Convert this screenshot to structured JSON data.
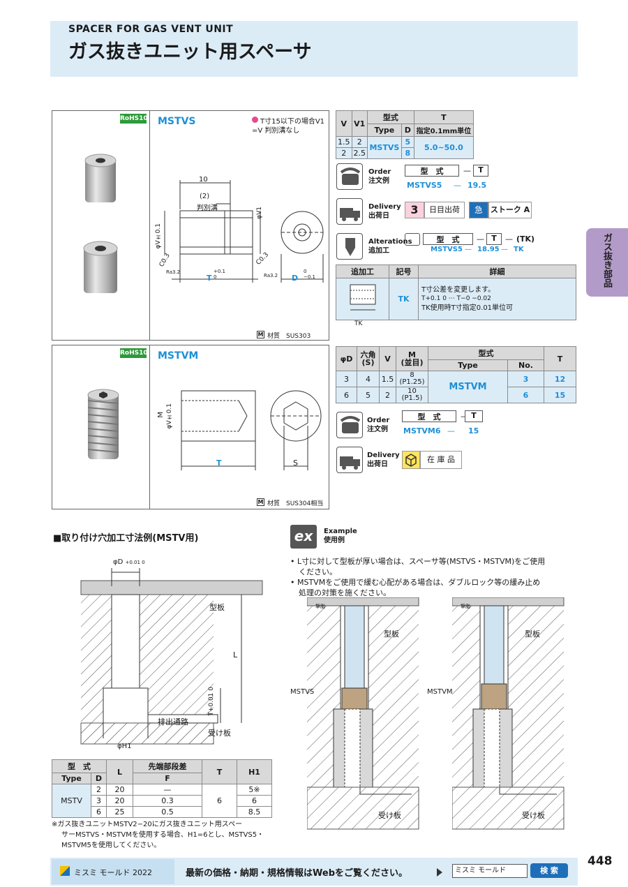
{
  "header": {
    "title_en": "SPACER FOR GAS VENT UNIT",
    "title_ja": "ガス抜きユニット用スペーサ"
  },
  "side_tab": {
    "label": "ガス抜き部品"
  },
  "mstvs": {
    "rohs": "RoHS10",
    "name": "MSTVS",
    "note_line1": "T寸15以下の場合V1",
    "note_line2": "=V 判別溝なし",
    "dims": {
      "d10": "10",
      "d2": "(2)",
      "groove": "判別溝",
      "phiV1": "φV1",
      "phiV": "φV±0.1",
      "c03a": "C0.3",
      "c03b": "C0.3",
      "ra1": "Ra3.2",
      "ra2": "Ra3.2",
      "T": "T",
      "Ttol": "+0.1 0",
      "D": "D",
      "Dtol": "0 −0.1"
    },
    "material_icon": "M",
    "material": "材質　SUS303",
    "table": {
      "headers": {
        "v": "V",
        "v1": "V1",
        "model": "型式",
        "type": "Type",
        "d": "D",
        "t": "T",
        "t_sub": "指定0.1mm単位"
      },
      "rows": [
        {
          "v": "1.5",
          "v1": "2",
          "d": "5"
        },
        {
          "v": "2",
          "v1": "2.5",
          "d": "8"
        }
      ],
      "type_value": "MSTVS",
      "t_range": "5.0~50.0"
    },
    "order": {
      "en": "Order",
      "ja": "注文例",
      "h_model": "型　式",
      "h_t": "T",
      "dash": "—",
      "v_model": "MSTVS5",
      "v_t": "19.5"
    },
    "delivery": {
      "en": "Delivery",
      "ja": "出荷日",
      "days": "3",
      "days_label": "日目出荷",
      "stroke": "ストーク A"
    },
    "alterations": {
      "en": "Alterations",
      "ja": "追加工",
      "h_model": "型　式",
      "h_t": "T",
      "h_tk": "(TK)",
      "v_model": "MSTVS5",
      "v_t": "18.95",
      "v_tk": "TK",
      "dash": "—"
    },
    "alt_table": {
      "headers": [
        "追加工",
        "記号",
        "詳細"
      ],
      "code": "TK",
      "label": "TK",
      "detail1": "T寸公差を変更します。",
      "detail2": "T+0.1 0 ⋯ T−0 −0.02",
      "detail3": "TK使用時T寸指定0.01単位可"
    }
  },
  "mstvm": {
    "rohs": "RoHS10",
    "name": "MSTVM",
    "dims": {
      "M": "M",
      "phiV": "φV±0.1",
      "T": "T",
      "S": "S"
    },
    "material_icon": "M",
    "material": "材質　SUS304相当",
    "table": {
      "headers": {
        "phid": "φD",
        "hex": "六角",
        "hex_s": "(S)",
        "v": "V",
        "m": "M",
        "m_sub": "(並目)",
        "model": "型式",
        "type": "Type",
        "no": "No.",
        "t": "T"
      },
      "rows": [
        {
          "phid": "3",
          "s": "4",
          "v": "1.5",
          "m1": "8",
          "m2": "(P1.25)",
          "no": "3",
          "t": "12"
        },
        {
          "phid": "6",
          "s": "5",
          "v": "2",
          "m1": "10",
          "m2": "(P1.5)",
          "no": "6",
          "t": "15"
        }
      ],
      "type_value": "MSTVM"
    },
    "order": {
      "en": "Order",
      "ja": "注文例",
      "h_model": "型　式",
      "h_t": "T",
      "dash": "—",
      "v_model": "MSTVM6",
      "v_t": "15"
    },
    "delivery": {
      "en": "Delivery",
      "ja": "出荷日",
      "stock": "在 庫 品"
    }
  },
  "mount": {
    "title": "■取り付け穴加工寸法例(MSTV用)",
    "labels": {
      "phiD": "φD",
      "phiDtol": "+0.01 0",
      "plate": "型板",
      "L": "L",
      "T": "T+0.01 0",
      "vent": "排出通路",
      "recv": "受け板",
      "phiH1": "φH1"
    },
    "table": {
      "headers": {
        "model": "型　式",
        "type": "Type",
        "d": "D",
        "l": "L",
        "f": "先端部段差",
        "f_sub": "F",
        "t": "T",
        "h1": "H1"
      },
      "type_value": "MSTV",
      "t_value": "6",
      "rows": [
        {
          "d": "2",
          "l": "20",
          "f": "—",
          "h1": "5※"
        },
        {
          "d": "3",
          "l": "20",
          "f": "0.3",
          "h1": "6"
        },
        {
          "d": "6",
          "l": "25",
          "f": "0.5",
          "h1": "8.5"
        }
      ]
    },
    "note1": "※ガス抜きユニットMSTV2−20にガス抜きユニット用スペー",
    "note2": "サーMSTVS・MSTVMを使用する場合、H1=6とし、MSTVS5・",
    "note3": "MSTVM5を使用してください。"
  },
  "example": {
    "badge": "ex",
    "en": "Example",
    "ja": "使用例",
    "b1a": "• L寸に対して型板が厚い場合は、スペーサ等(MSTVS・MSTVM)をご使用",
    "b1b": "ください。",
    "b2a": "• MSTVMをご使用で緩む心配がある場合は、ダブルロック等の緩み止め",
    "b2b": "処理の対策を施ください。",
    "left": {
      "plate": "型板",
      "part": "MSTVS",
      "recv": "受け板",
      "mark": "撃脂"
    },
    "right": {
      "plate": "型板",
      "part": "MSTVM",
      "recv": "受け板",
      "mark": "撃脂"
    }
  },
  "footer": {
    "brand": "ミスミ モールド 2022",
    "message": "最新の価格・納期・規格情報はWebをご覧ください。",
    "search_value": "ミスミ モールド",
    "search_button": "検 索",
    "page": "448"
  }
}
